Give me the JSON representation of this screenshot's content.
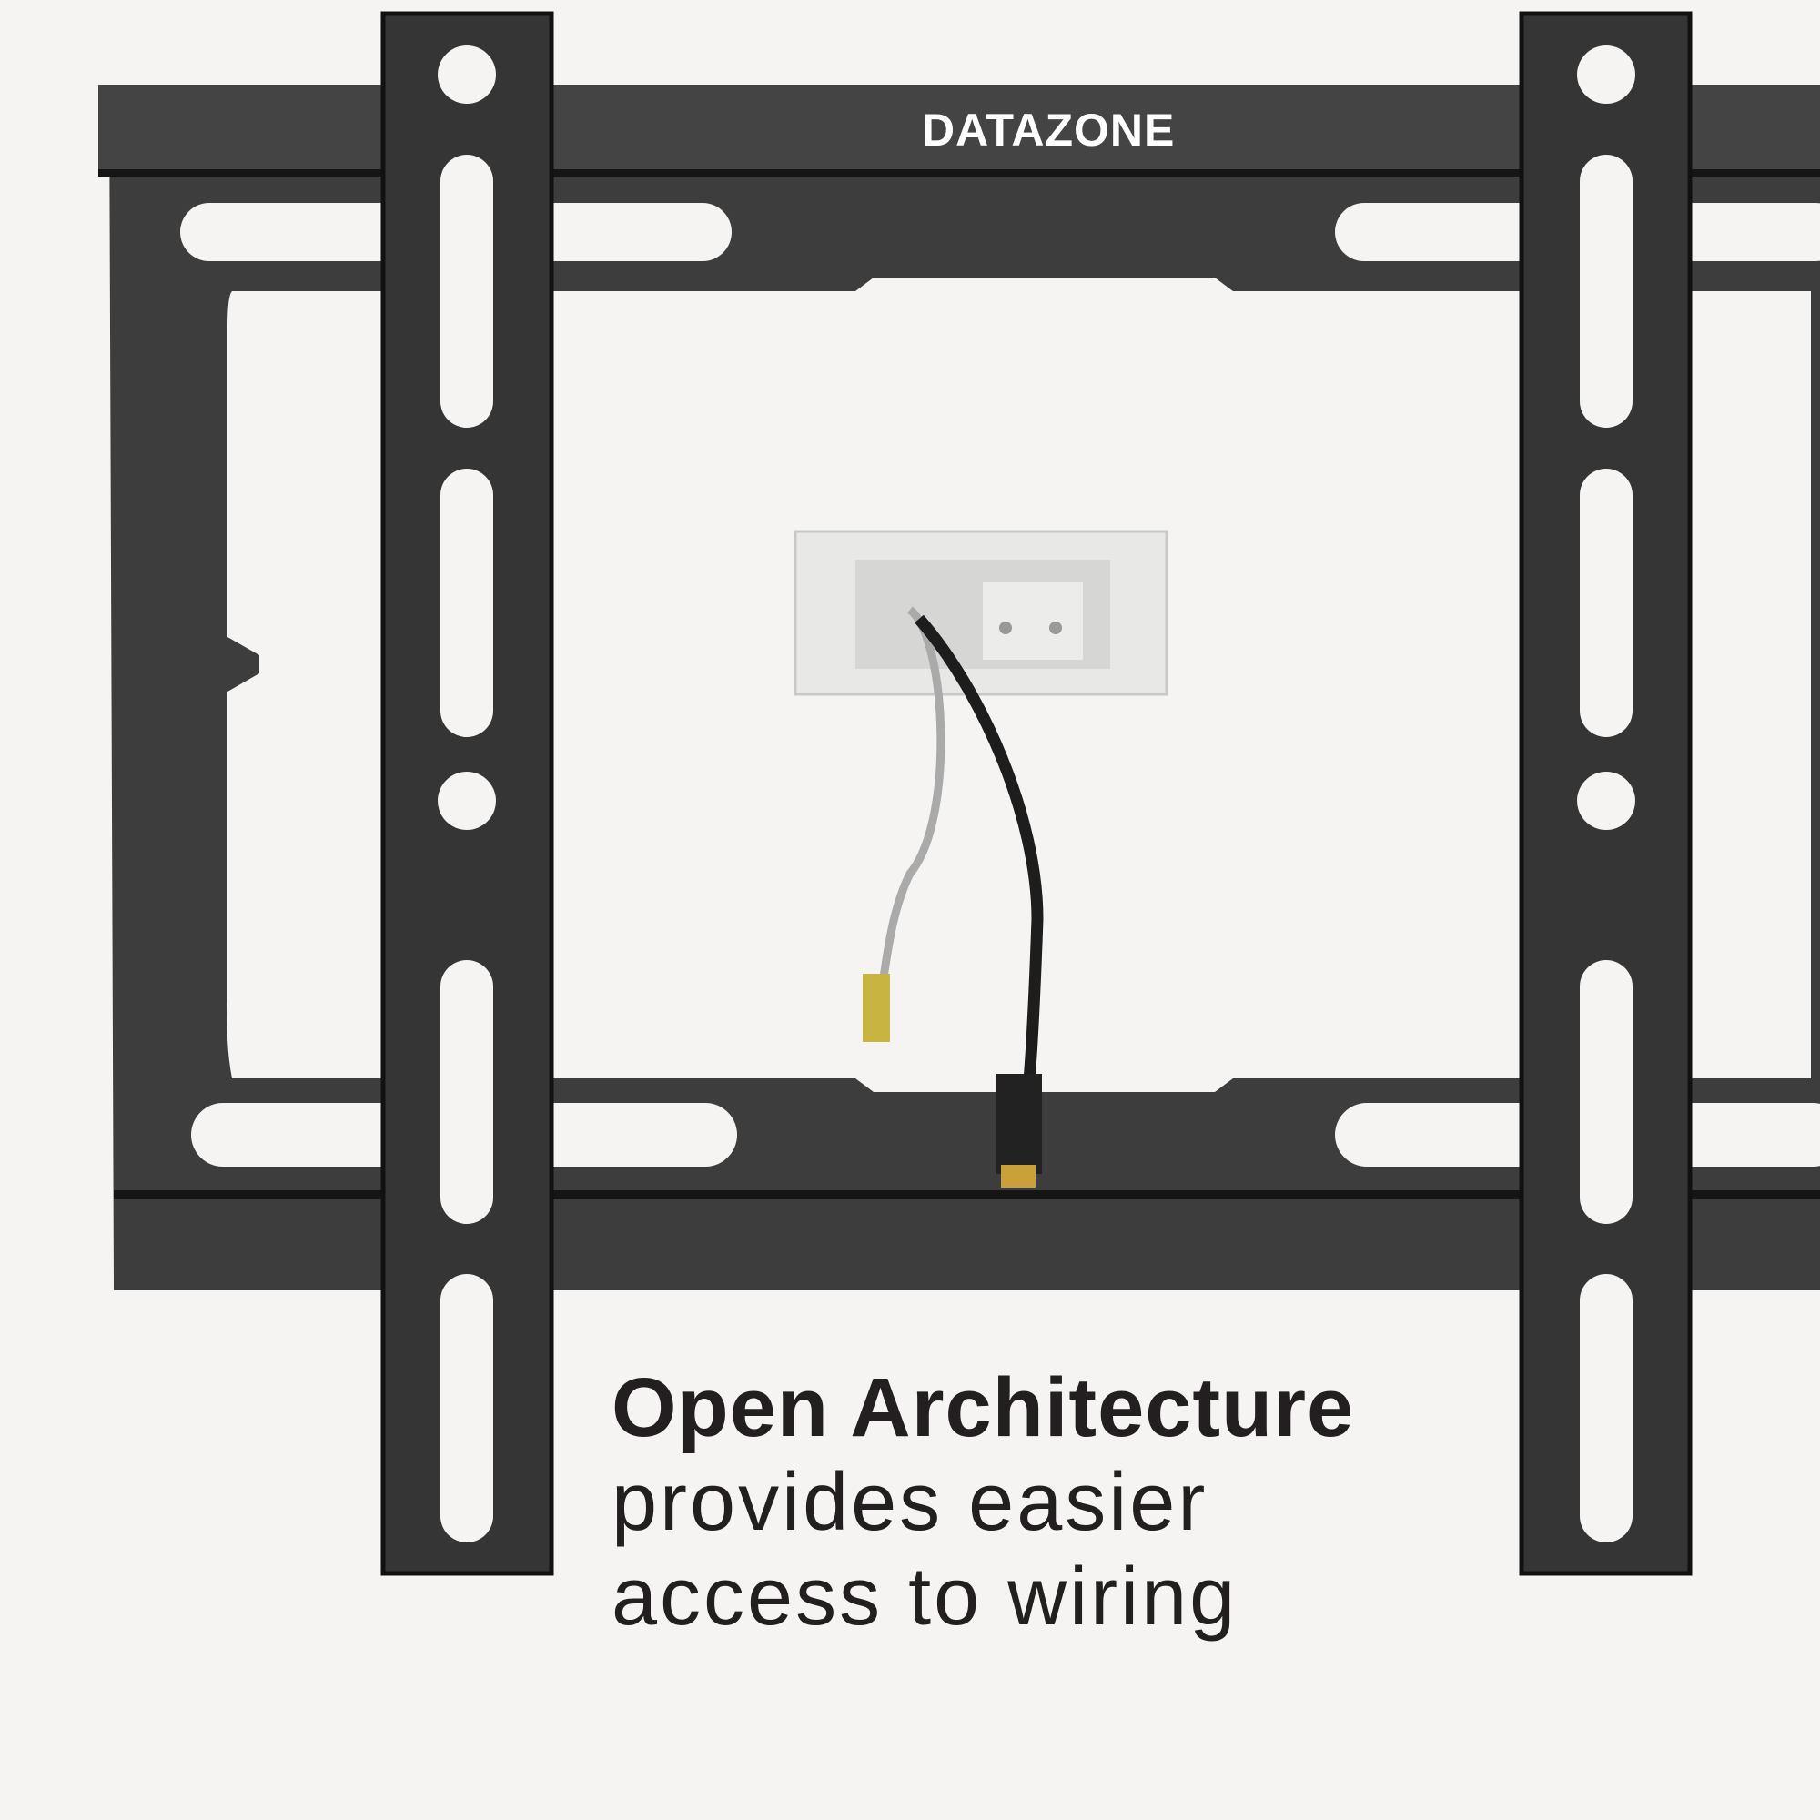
{
  "brand": {
    "logo_text": "DATAZONE"
  },
  "caption": {
    "headline": "Open Architecture",
    "line2": "provides easier",
    "line3": "access to wiring"
  },
  "colors": {
    "background": "#f5f4f2",
    "metal": "#3c3c3c",
    "text": "#231f20"
  }
}
